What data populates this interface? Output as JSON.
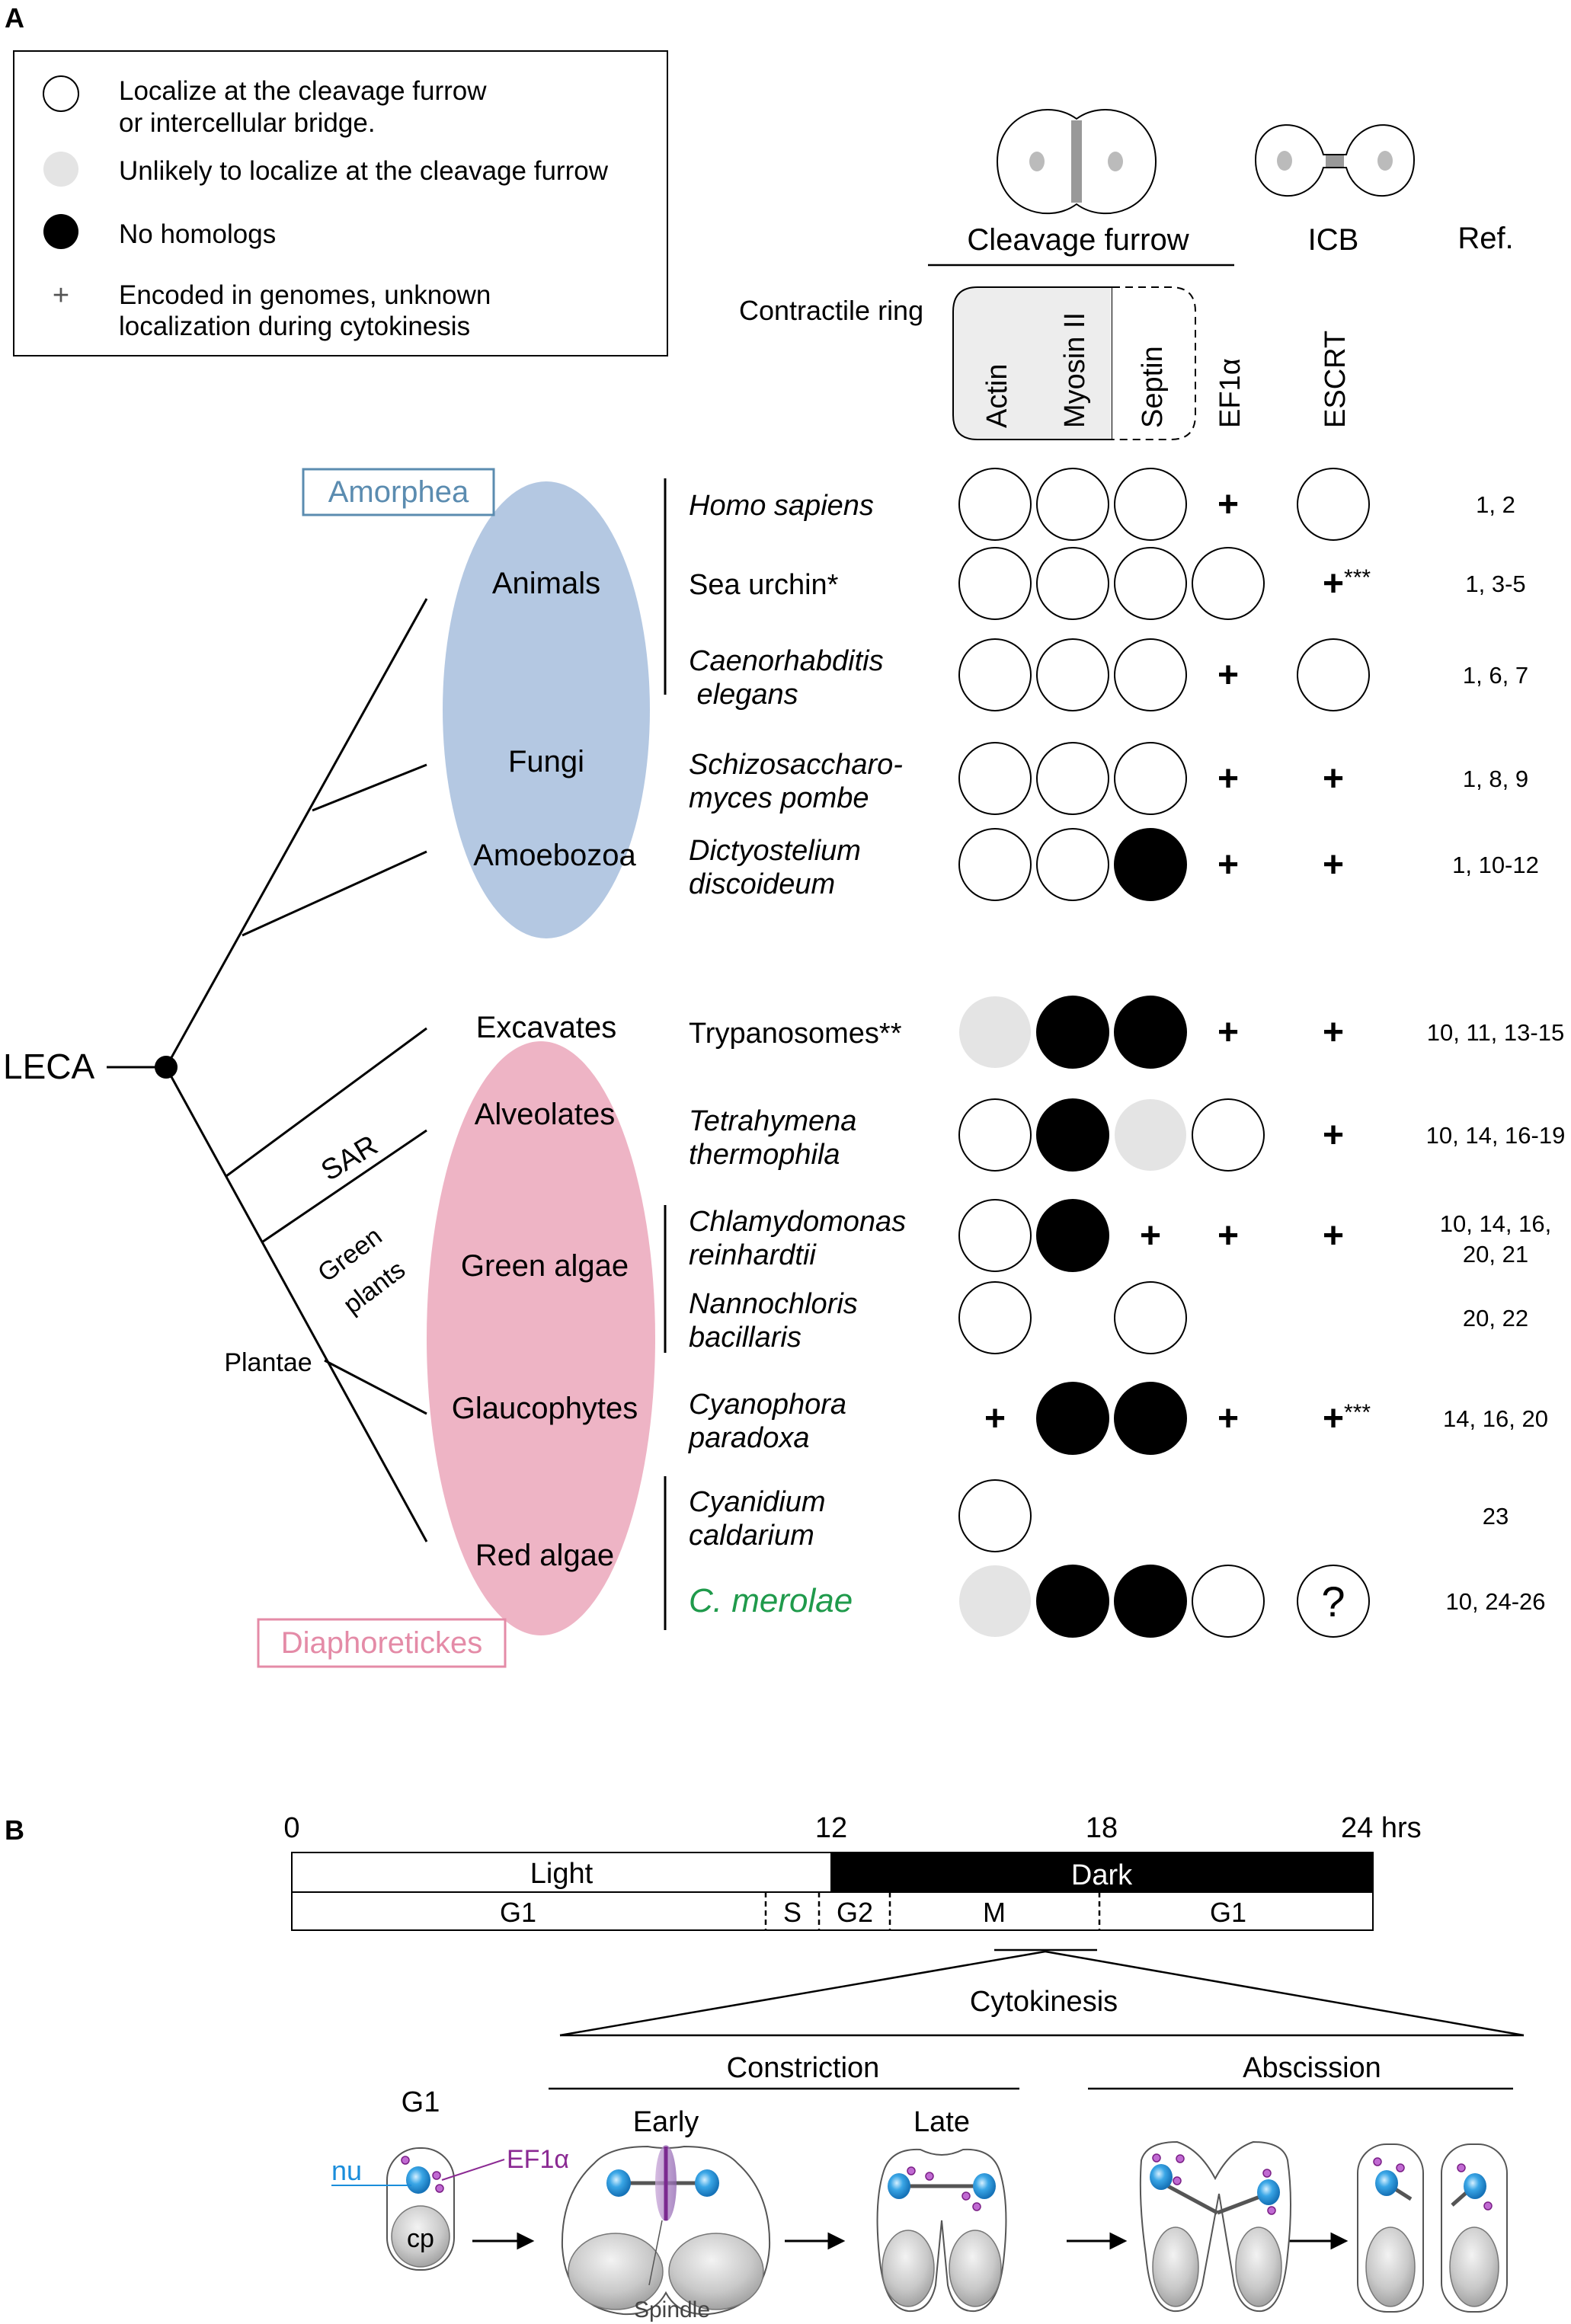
{
  "panel_a": {
    "label": "A",
    "legend": {
      "open_line1": "Localize at the cleavage furrow",
      "open_line2": "or intercellular bridge.",
      "grey": "Unlikely to localize at the cleavage furrow",
      "black": "No homologs",
      "plus_symbol": "+",
      "plus_line1": "Encoded in genomes, unknown",
      "plus_line2": "localization during cytokinesis"
    },
    "headers": {
      "cleavage_furrow": "Cleavage  furrow",
      "icb": "ICB",
      "ref": "Ref.",
      "contractile_ring": "Contractile ring",
      "columns": [
        "Actin",
        "Myosin II",
        "Septin",
        "EF1α",
        "ESCRT"
      ]
    },
    "tree": {
      "root": "LECA",
      "amorphea": "Amorphea",
      "diaphoretickes": "Diaphoretickes",
      "groups": [
        "Animals",
        "Fungi",
        "Amoebozoa",
        "Excavates",
        "Alveolates",
        "Green algae",
        "Glaucophytes",
        "Red algae"
      ],
      "branch_sar": "SAR",
      "branch_green_1": "Green",
      "branch_green_2": "plants",
      "branch_plantae": "Plantae"
    },
    "rows": [
      {
        "org1": "Homo sapiens",
        "org2": "",
        "italic": true,
        "ref1": "1, 2",
        "ref2": "",
        "actin": "open",
        "myosin": "open",
        "septin": "open",
        "ef1a": "+",
        "escrt": "open"
      },
      {
        "org1": "Sea urchin*",
        "org2": "",
        "italic": false,
        "ref1": "1, 3-5",
        "ref2": "",
        "actin": "open",
        "myosin": "open",
        "septin": "open",
        "ef1a": "open",
        "escrt": "+***"
      },
      {
        "org1": "Caenorhabditis",
        "org2": " elegans",
        "italic": true,
        "ref1": "1, 6, 7",
        "ref2": "",
        "actin": "open",
        "myosin": "open",
        "septin": "open",
        "ef1a": "+",
        "escrt": "open"
      },
      {
        "org1": "Schizosaccharo-",
        "org2": "myces pombe",
        "italic": true,
        "ref1": "1, 8, 9",
        "ref2": "",
        "actin": "open",
        "myosin": "open",
        "septin": "open",
        "ef1a": "+",
        "escrt": "+"
      },
      {
        "org1": "Dictyostelium",
        "org2": "discoideum",
        "italic": true,
        "ref1": "1, 10-12",
        "ref2": "",
        "actin": "open",
        "myosin": "open",
        "septin": "black",
        "ef1a": "+",
        "escrt": "+"
      },
      {
        "org1": "Trypanosomes**",
        "org2": "",
        "italic": false,
        "ref1": "10, 11, 13-15",
        "ref2": "",
        "actin": "grey",
        "myosin": "black",
        "septin": "black",
        "ef1a": "+",
        "escrt": "+"
      },
      {
        "org1": "Tetrahymena",
        "org2": "thermophila",
        "italic": true,
        "ref1": "10, 14, 16-19",
        "ref2": "",
        "actin": "open",
        "myosin": "black",
        "septin": "grey",
        "ef1a": "open",
        "escrt": "+"
      },
      {
        "org1": "Chlamydomonas",
        "org2": "reinhardtii",
        "italic": true,
        "ref1": "10, 14, 16,",
        "ref2": "20, 21",
        "actin": "open",
        "myosin": "black",
        "septin": "+",
        "ef1a": "+",
        "escrt": "+"
      },
      {
        "org1": "Nannochloris",
        "org2": "bacillaris",
        "italic": true,
        "ref1": "20, 22",
        "ref2": "",
        "actin": "open",
        "myosin": "",
        "septin": "open",
        "ef1a": "",
        "escrt": ""
      },
      {
        "org1": "Cyanophora",
        "org2": "paradoxa",
        "italic": true,
        "ref1": "14, 16, 20",
        "ref2": "",
        "actin": "+",
        "myosin": "black",
        "septin": "black",
        "ef1a": "+",
        "escrt": "+***"
      },
      {
        "org1": "Cyanidium",
        "org2": "caldarium",
        "italic": true,
        "ref1": "23",
        "ref2": "",
        "actin": "open",
        "myosin": "",
        "septin": "",
        "ef1a": "",
        "escrt": ""
      },
      {
        "org1": "C. merolae",
        "org2": "",
        "italic": true,
        "ref1": "10, 24-26",
        "ref2": "",
        "actin": "grey",
        "myosin": "black",
        "septin": "black",
        "ef1a": "open",
        "escrt": "?"
      }
    ]
  },
  "panel_b": {
    "label": "B",
    "ticks": [
      "0",
      "12",
      "18",
      "24 hrs"
    ],
    "light": "Light",
    "dark": "Dark",
    "phases": [
      "G1",
      "S",
      "G2",
      "M",
      "G1"
    ],
    "cytokinesis": "Cytokinesis",
    "constriction": "Constriction",
    "abscission": "Abscission",
    "early": "Early",
    "late": "Late",
    "g1_cell": "G1",
    "nu": "nu",
    "cp": "cp",
    "ef1a": "EF1α",
    "spindle": "Spindle"
  },
  "colors": {
    "amorphea": "#b4c8e2",
    "amorphea_box": "#5b8cb0",
    "diaphoretickes": "#eeb4c5",
    "diaphoretickes_box": "#e48ba7",
    "grey_circle": "#e4e4e4",
    "merolae": "#1f9a4b",
    "nucleus": "#2f9fe0",
    "ef1a": "#8b2a93",
    "nu_label": "#1a8ddb"
  }
}
